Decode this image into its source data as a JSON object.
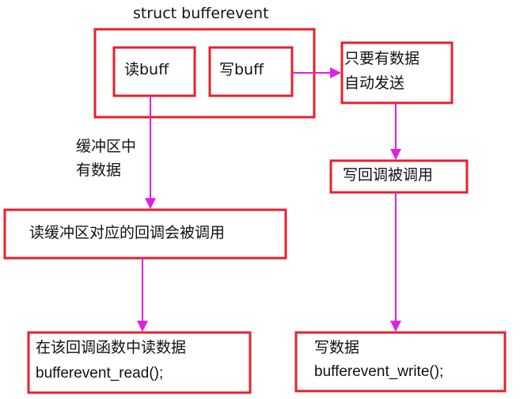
{
  "title": "struct bufferevent",
  "read_buff": "读buff",
  "write_buff": "写buff",
  "auto_send_line1": "只要有数据",
  "auto_send_line2": "自动发送",
  "buffer_has_data_line1": "缓冲区中",
  "buffer_has_data_line2": "有数据",
  "read_callback_called": "读缓冲区对应的回调会被调用",
  "write_callback_called": "写回调被调用",
  "read_in_callback_line1": "在该回调函数中读数据",
  "read_in_callback_line2": "bufferevent_read();",
  "write_data_line1": "写数据",
  "write_data_line2": "bufferevent_write();",
  "colors": {
    "box": "#e8202e",
    "arrow": "#e020e0",
    "text": "#111111"
  }
}
